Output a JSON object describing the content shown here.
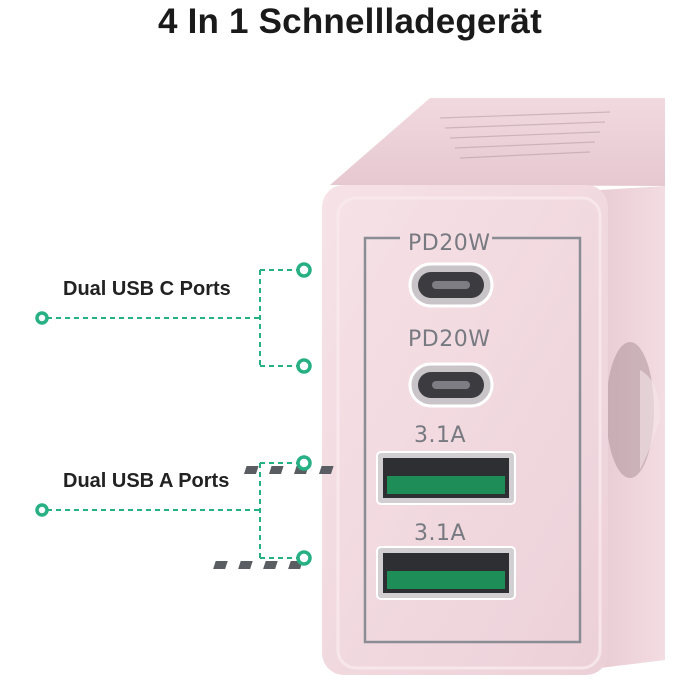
{
  "title": "4 In 1 Schnellladegerät",
  "callouts": [
    {
      "label": "Dual USB C Ports"
    },
    {
      "label": "Dual USB A Ports"
    }
  ],
  "ports": [
    {
      "type": "usb-c",
      "label": "PD20W"
    },
    {
      "type": "usb-c",
      "label": "PD20W"
    },
    {
      "type": "usb-a",
      "label": "3.1A"
    },
    {
      "type": "usb-a",
      "label": "3.1A"
    }
  ],
  "colors": {
    "body": "#f3dbe1",
    "body_shadow": "#e8cbd2",
    "accent_green": "#1e9e63",
    "connector_dots": "#27b083",
    "usb_a_insert": "#1e8d57"
  }
}
